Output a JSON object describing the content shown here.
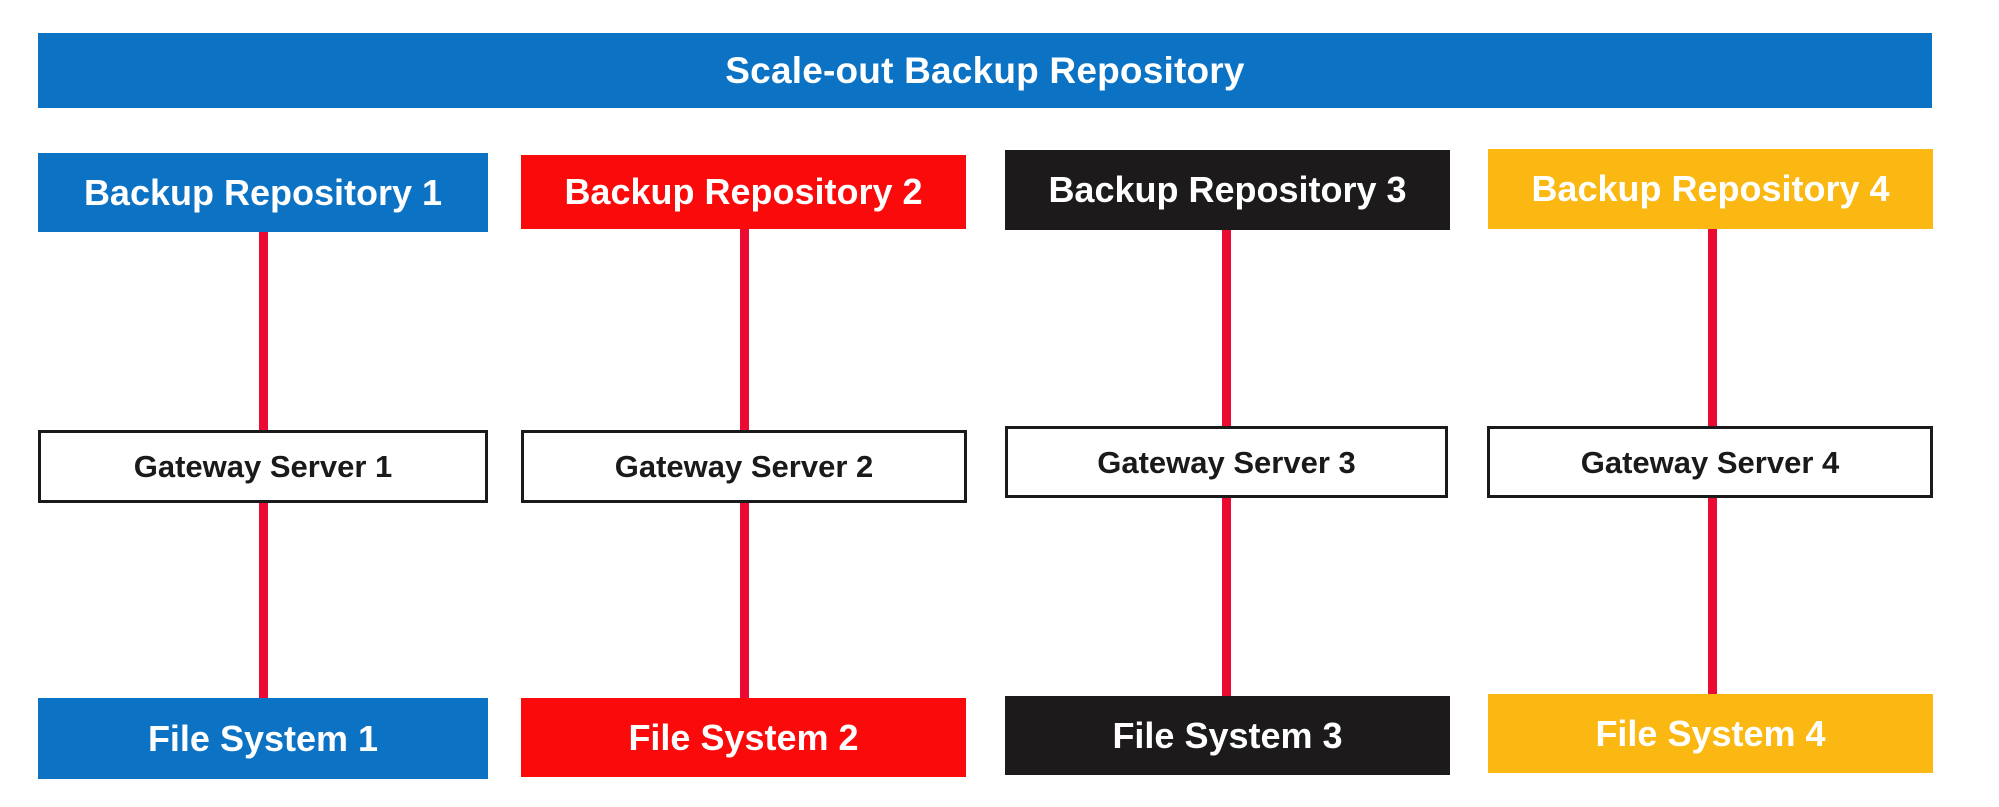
{
  "diagram": {
    "title": "Scale-out Backup Repository",
    "banner": {
      "label": "Scale-out Backup Repository",
      "color": "#0B72C4",
      "text_color": "#FFFFFF"
    },
    "connector": {
      "color": "#EB0A32",
      "name": "red-connector-line"
    },
    "tiers": [
      {
        "key": "repository",
        "name": "Backup Repository"
      },
      {
        "key": "gateway",
        "name": "Gateway Server"
      },
      {
        "key": "filesystem",
        "name": "File System"
      }
    ],
    "columns": [
      {
        "index": 1,
        "color": "#0B72C4",
        "repository_label": "Backup Repository 1",
        "gateway_label": "Gateway Server 1",
        "filesystem_label": "File System 1"
      },
      {
        "index": 2,
        "color": "#FA0A0A",
        "repository_label": "Backup Repository 2",
        "gateway_label": "Gateway Server 2",
        "filesystem_label": "File System 2"
      },
      {
        "index": 3,
        "color": "#1C1A1A",
        "repository_label": "Backup Repository 3",
        "gateway_label": "Gateway Server 3",
        "filesystem_label": "File System 3"
      },
      {
        "index": 4,
        "color": "#FBB812",
        "repository_label": "Backup Repository 4",
        "gateway_label": "Gateway Server 4",
        "filesystem_label": "File System 4"
      }
    ]
  }
}
